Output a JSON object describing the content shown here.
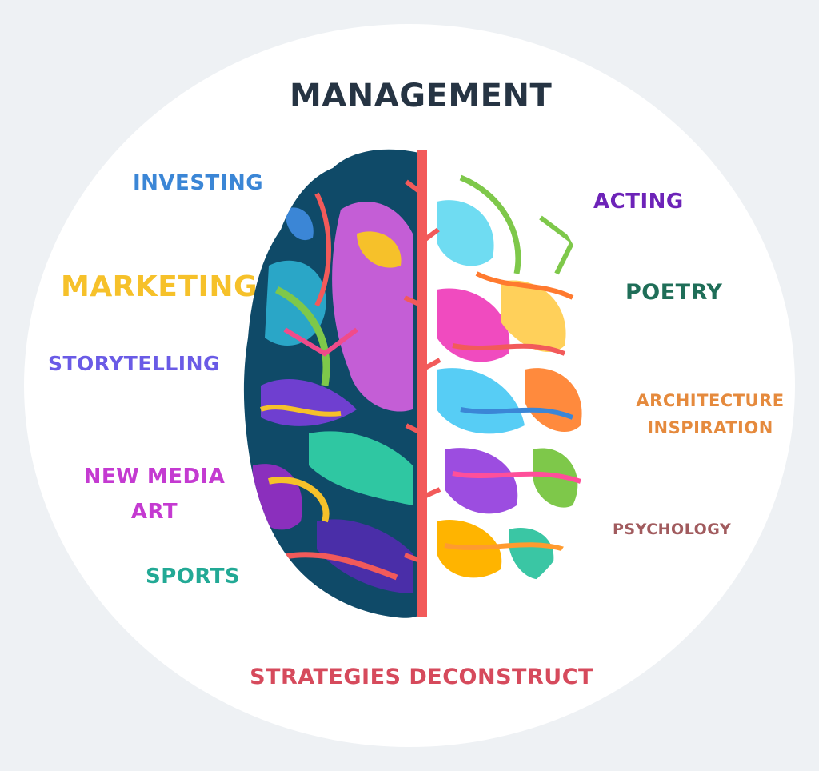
{
  "title": "MANAGEMENT",
  "labels": {
    "investing": "INVESTING",
    "marketing": "MARKETING",
    "storytelling": "STORYTELLING",
    "new_media_line1": "NEW MEDIA",
    "new_media_line2": "ART",
    "sports": "SPORTS",
    "acting": "ACTING",
    "poetry": "POETRY",
    "architecture_line1": "ARCHITECTURE",
    "architecture_line2": "INSPIRATION",
    "psychology": "PSYCHOLOGY",
    "strategies": "STRATEGIES DECONSTRUCT"
  },
  "colors": {
    "background": "#eef1f4",
    "circle": "#ffffff",
    "title": "#263443",
    "investing": "#3b86d6",
    "marketing": "#f6c12a",
    "storytelling": "#6a5be6",
    "new_media": "#c43ad1",
    "sports": "#22a995",
    "acting": "#6d23b8",
    "poetry": "#1f6e58",
    "architecture": "#e58a3d",
    "psychology": "#a15b5e",
    "strategies": "#d64a5c",
    "brain_left_base": "#0f4a68",
    "brain_midline": "#f25a5a"
  },
  "brain_icon": "colorful-brain-illustration"
}
